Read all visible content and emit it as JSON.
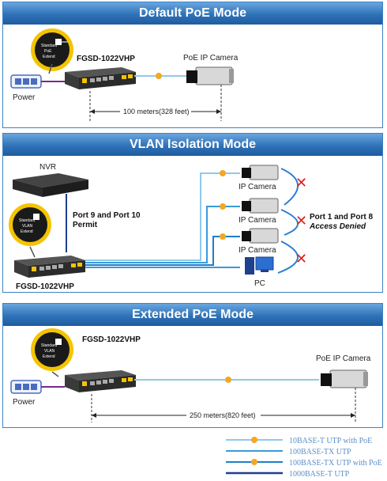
{
  "sections": [
    {
      "title": "Default PoE Mode",
      "switch_label": "FGSD-1022VHP",
      "camera_label": "PoE IP Camera",
      "power_label": "Power",
      "distance_label": "100 meters(328 feet)",
      "badge_lines": [
        "Standard",
        "PoE",
        "Extend"
      ]
    },
    {
      "title": "VLAN Isolation Mode",
      "nvr_label": "NVR",
      "switch_label": "FGSD-1022VHP",
      "permit_label_line1": "Port 9 and Port 10",
      "permit_label_line2": "Permit",
      "camera_labels": [
        "IP Camera",
        "IP Camera",
        "IP Camera"
      ],
      "pc_label": "PC",
      "denied_line1": "Port 1 and Port 8",
      "denied_line2": "Access Denied",
      "badge_lines": [
        "Standard",
        "VLAN",
        "Extend"
      ]
    },
    {
      "title": "Extended PoE Mode",
      "switch_label": "FGSD-1022VHP",
      "camera_label": "PoE IP Camera",
      "power_label": "Power",
      "distance_label": "250 meters(820 feet)",
      "badge_lines": [
        "Standard",
        "VLAN",
        "Extend"
      ]
    }
  ],
  "legend": [
    {
      "label": "10BASE-T UTP with PoE",
      "color": "#8ec9ee",
      "poe": true
    },
    {
      "label": "100BASE-TX UTP",
      "color": "#3a9ad9",
      "poe": false
    },
    {
      "label": "100BASE-TX UTP with PoE",
      "color": "#1e7ec8",
      "poe": true
    },
    {
      "label": "1000BASE-T UTP",
      "color": "#1f3f8f",
      "poe": false
    }
  ],
  "colors": {
    "banner": "#2f72b8",
    "border": "#3d82c4",
    "poe_dot": "#f5a623",
    "deny": "#e02020"
  }
}
